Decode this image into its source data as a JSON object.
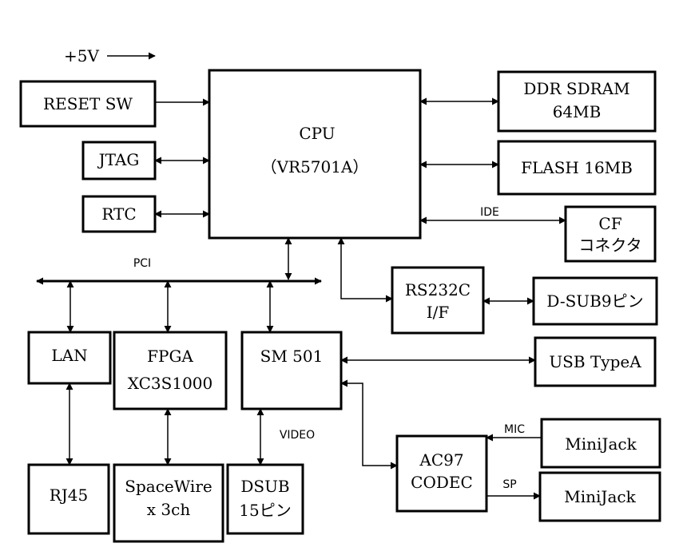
{
  "power": {
    "label": "+5V"
  },
  "blocks": {
    "reset_sw": "RESET SW",
    "jtag": "JTAG",
    "rtc": "RTC",
    "cpu": {
      "line1": "CPU",
      "line2": "（VR5701A）"
    },
    "ddr": {
      "line1": "DDR SDRAM",
      "line2": "64MB"
    },
    "flash": "FLASH 16MB",
    "cf": {
      "line1": "CF",
      "line2": "コネクタ"
    },
    "rs232c": {
      "line1": "RS232C",
      "line2": "I/F"
    },
    "dsub9": "D-SUB9ピン",
    "lan": "LAN",
    "fpga": {
      "line1": "FPGA",
      "line2": "XC3S1000"
    },
    "sm501": "SM 501",
    "usb": "USB TypeA",
    "rj45": "RJ45",
    "spacewire": {
      "line1": "SpaceWire",
      "line2": "x 3ch"
    },
    "dsub15": {
      "line1": "DSUB",
      "line2": "15ピン"
    },
    "ac97": {
      "line1": "AC97",
      "line2": "CODEC"
    },
    "minijack_mic": "MiniJack",
    "minijack_sp": "MiniJack"
  },
  "signals": {
    "pci": "PCI",
    "ide": "IDE",
    "video": "VIDEO",
    "mic": "MIC",
    "sp": "SP"
  }
}
